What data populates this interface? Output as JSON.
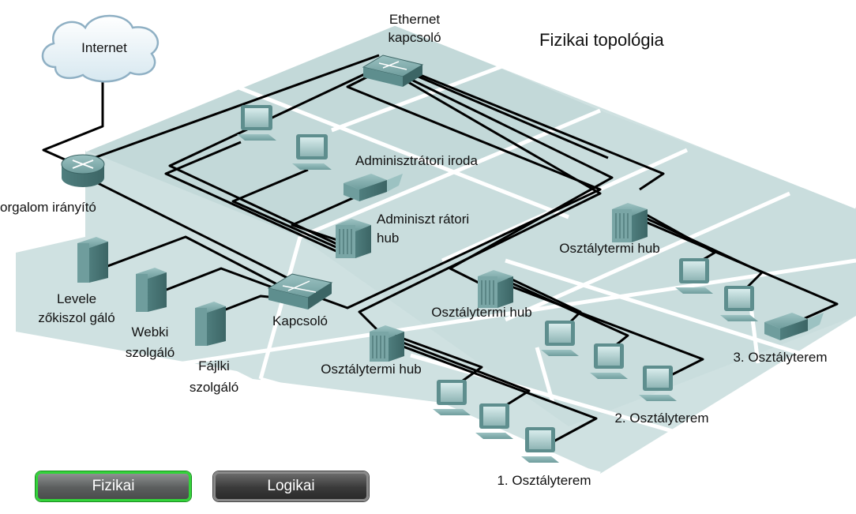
{
  "title": "Fizikai topológia",
  "labels": {
    "internet": "Internet",
    "ethernet_switch_line1": "Ethernet",
    "ethernet_switch_line2": "kapcsoló",
    "router": "orgalom irányító",
    "admin_office": "Adminisztrátori iroda",
    "admin_hub_line1": "Adminiszt rátori",
    "admin_hub_line2": "hub",
    "mail_server_line1": "Levele",
    "mail_server_line2": "zőkiszol gáló",
    "web_server_line1": "Webki",
    "web_server_line2": "szolgáló",
    "file_server_line1": "Fájlki",
    "file_server_line2": "szolgáló",
    "switch": "Kapcsoló",
    "class_hub_3": "Osztálytermi hub",
    "class_hub_2": "Osztálytermi hub",
    "class_hub_1": "Osztálytermi hub",
    "classroom_3": "3. Osztályterem",
    "classroom_2": "2. Osztályterem",
    "classroom_1": "1. Osztályterem"
  },
  "buttons": {
    "physical": "Fizikai",
    "logical": "Logikai"
  },
  "colors": {
    "floor": "#cfe1e1",
    "device": "#5e8e8e",
    "cable": "#000000",
    "active_border": "#33d33a"
  }
}
